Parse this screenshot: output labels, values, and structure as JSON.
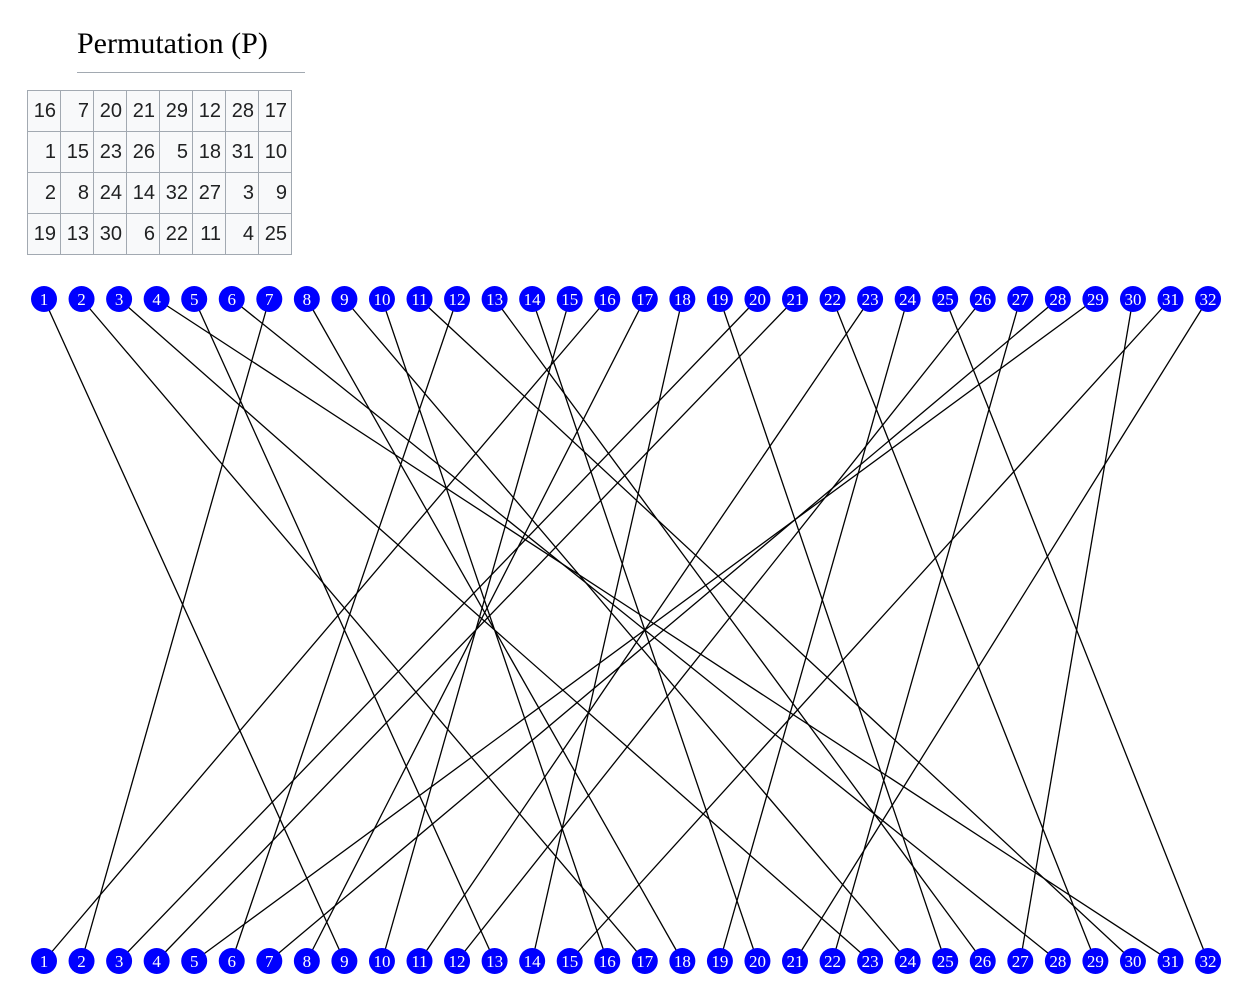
{
  "title": "Permutation (P)",
  "table": [
    [
      "16",
      "7",
      "20",
      "21",
      "29",
      "12",
      "28",
      "17"
    ],
    [
      "1",
      "15",
      "23",
      "26",
      "5",
      "18",
      "31",
      "10"
    ],
    [
      "2",
      "8",
      "24",
      "14",
      "32",
      "27",
      "3",
      "9"
    ],
    [
      "19",
      "13",
      "30",
      "6",
      "22",
      "11",
      "4",
      "25"
    ]
  ],
  "node_labels": [
    "1",
    "2",
    "3",
    "4",
    "5",
    "6",
    "7",
    "8",
    "9",
    "10",
    "11",
    "12",
    "13",
    "14",
    "15",
    "16",
    "17",
    "18",
    "19",
    "20",
    "21",
    "22",
    "23",
    "24",
    "25",
    "26",
    "27",
    "28",
    "29",
    "30",
    "31",
    "32"
  ],
  "permutation": [
    16,
    7,
    20,
    21,
    29,
    12,
    28,
    17,
    1,
    15,
    23,
    26,
    5,
    18,
    31,
    10,
    2,
    8,
    24,
    14,
    32,
    27,
    3,
    9,
    19,
    13,
    30,
    6,
    22,
    11,
    4,
    25
  ],
  "colors": {
    "node": "#0000ff",
    "node_text": "#ffffff",
    "line": "#000000"
  }
}
